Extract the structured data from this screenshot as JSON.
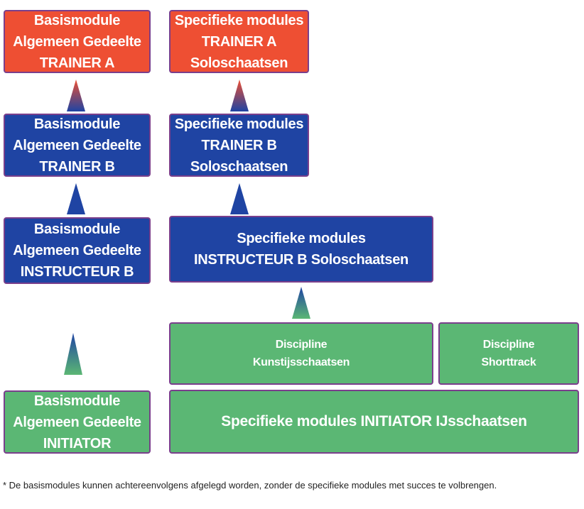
{
  "colors": {
    "trainer_a": "#ee4f33",
    "trainer_b": "#1f44a3",
    "initiator": "#5bb774",
    "border": "#7a3f8c"
  },
  "boxes": {
    "basis_trainer_a": [
      "Basismodule",
      "Algemeen Gedeelte",
      "TRAINER A"
    ],
    "spec_trainer_a": [
      "Specifieke modules",
      "TRAINER A",
      "Soloschaatsen"
    ],
    "basis_trainer_b": [
      "Basismodule",
      "Algemeen Gedeelte",
      "TRAINER B"
    ],
    "spec_trainer_b": [
      "Specifieke modules",
      "TRAINER B",
      "Soloschaatsen"
    ],
    "basis_instructeur_b": [
      "Basismodule",
      "Algemeen Gedeelte",
      "INSTRUCTEUR B"
    ],
    "spec_instructeur_b": [
      "Specifieke modules",
      "INSTRUCTEUR B Soloschaatsen"
    ],
    "discipline_kunst": [
      "Discipline",
      "Kunstijsschaatsen"
    ],
    "discipline_short": [
      "Discipline",
      "Shorttrack"
    ],
    "basis_initiator": [
      "Basismodule",
      "Algemeen Gedeelte",
      "INITIATOR"
    ],
    "spec_initiator": [
      "Specifieke modules INITIATOR IJsschaatsen"
    ]
  },
  "footnote": "* De basismodules kunnen achtereenvolgens afgelegd worden, zonder de specifieke modules met succes te volbrengen."
}
